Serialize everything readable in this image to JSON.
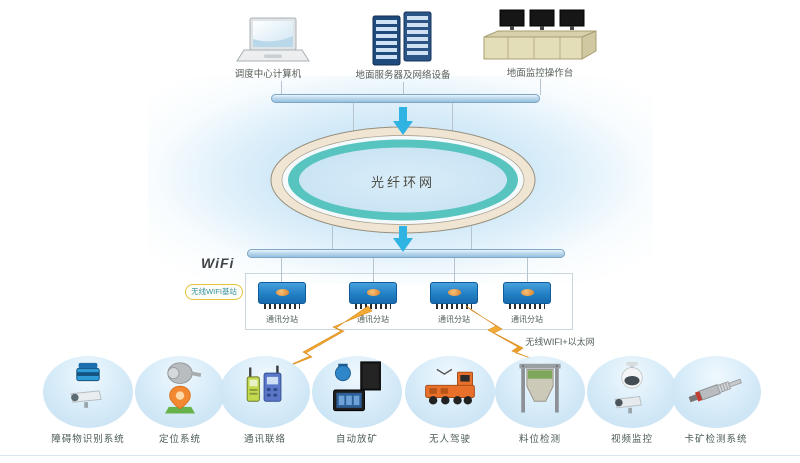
{
  "colors": {
    "ring_outer": "#efe5d2",
    "ring_inner": "#57c4bf",
    "arrow": "#2fb3e3",
    "bus": "#a8cde8",
    "substation_blue": "#2280c4",
    "bolt_gold": "#f2a93b",
    "pill_border": "#e3c23c",
    "terminal_circle": "#cfe6f5"
  },
  "top_devices": [
    {
      "label": "调度中心计算机",
      "icon": "laptop-icon"
    },
    {
      "label": "地面服务器及网络设备",
      "icon": "server-rack-icon"
    },
    {
      "label": "地面监控操作台",
      "icon": "console-desk-icon"
    }
  ],
  "ring": {
    "label": "光纤环网"
  },
  "wifi": {
    "logo": "WiFi",
    "station_label": "无线WIFI基站",
    "network_label": "无线WIFI+以太网"
  },
  "substations": [
    {
      "label": "通讯分站"
    },
    {
      "label": "通讯分站"
    },
    {
      "label": "通讯分站"
    },
    {
      "label": "通讯分站"
    }
  ],
  "terminals": [
    {
      "label": "障碍物识别系统",
      "icon": "obstacle-recognition-icon"
    },
    {
      "label": "定位系统",
      "icon": "positioning-icon"
    },
    {
      "label": "通讯联络",
      "icon": "handheld-radio-icon"
    },
    {
      "label": "自动放矿",
      "icon": "ore-drawing-control-icon"
    },
    {
      "label": "无人驾驶",
      "icon": "mine-locomotive-icon"
    },
    {
      "label": "料位检测",
      "icon": "hopper-level-icon"
    },
    {
      "label": "视频监控",
      "icon": "cctv-camera-icon"
    },
    {
      "label": "卡矿检测系统",
      "icon": "proximity-sensor-icon"
    }
  ]
}
